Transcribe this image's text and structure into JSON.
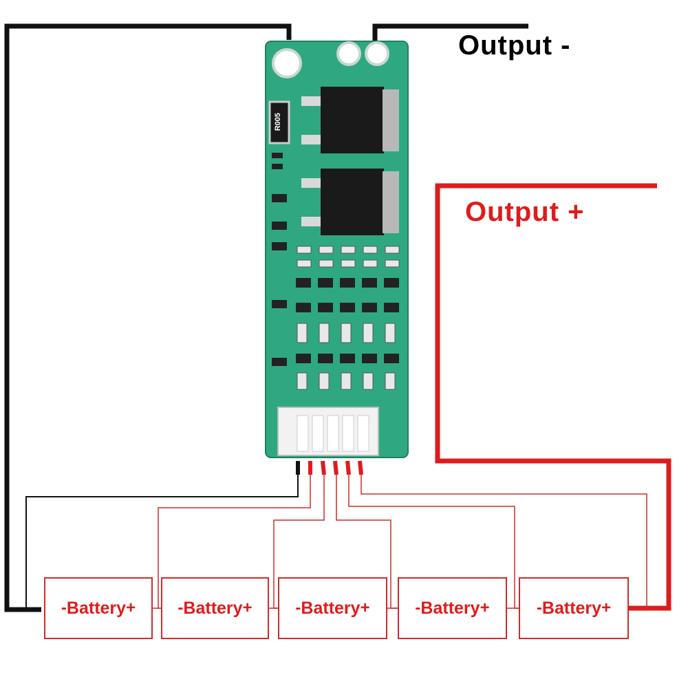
{
  "labels": {
    "output_minus": "Output -",
    "output_plus": "Output +",
    "shunt_resistor": "R005"
  },
  "batteries": [
    {
      "label": "Battery",
      "minus": "-",
      "plus": "+"
    },
    {
      "label": "Battery",
      "minus": "-",
      "plus": "+"
    },
    {
      "label": "Battery",
      "minus": "-",
      "plus": "+"
    },
    {
      "label": "Battery",
      "minus": "-",
      "plus": "+"
    },
    {
      "label": "Battery",
      "minus": "-",
      "plus": "+"
    }
  ],
  "colors": {
    "wire_black": "#111111",
    "wire_red": "#e01b1b",
    "thin_red": "#d12a2a",
    "pcb_green": "#2fa882",
    "pcb_dark": "#1f7f60",
    "mosfet": "#1a1a1a",
    "connector": "#f2f2f2",
    "label_red": "#e01b1b"
  },
  "icons": [
    "bms-circuit-board-icon",
    "mosfet-icon",
    "balance-connector-icon",
    "shunt-resistor-icon"
  ]
}
